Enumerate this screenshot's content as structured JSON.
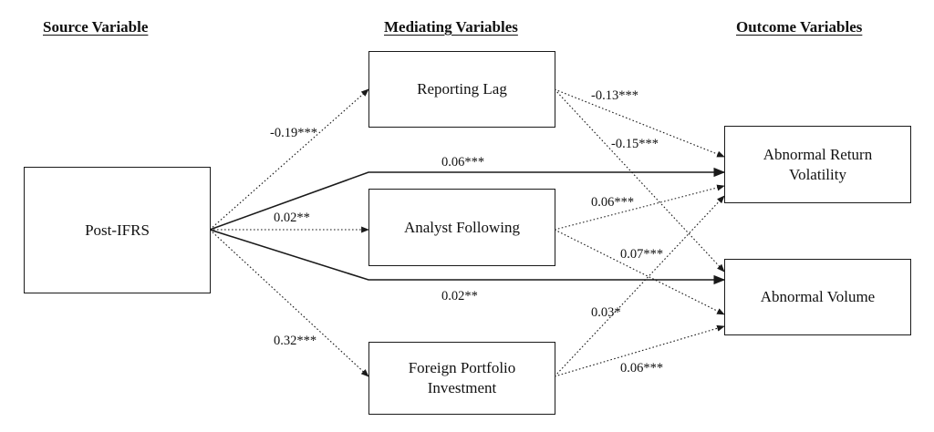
{
  "headers": {
    "source": "Source Variable",
    "mediating": "Mediating Variables",
    "outcome": "Outcome Variables"
  },
  "nodes": {
    "post_ifrs": "Post-IFRS",
    "reporting_lag": "Reporting Lag",
    "analyst_following": "Analyst Following",
    "foreign_portfolio_line1": "Foreign Portfolio",
    "foreign_portfolio_line2": "Investment",
    "abnormal_return_line1": "Abnormal Return",
    "abnormal_return_line2": "Volatility",
    "abnormal_volume": "Abnormal Volume"
  },
  "paths": [
    {
      "id": "ifrs-to-reporting-lag",
      "from": "post_ifrs",
      "to": "reporting_lag",
      "style": "dotted",
      "coefficient": "-0.19***"
    },
    {
      "id": "ifrs-to-analyst-following",
      "from": "post_ifrs",
      "to": "analyst_following",
      "style": "dotted",
      "coefficient": "0.02**"
    },
    {
      "id": "ifrs-to-foreign-portfolio",
      "from": "post_ifrs",
      "to": "foreign_portfolio",
      "style": "dotted",
      "coefficient": "0.32***"
    },
    {
      "id": "ifrs-to-return-volatility",
      "from": "post_ifrs",
      "to": "abnormal_return_volatility",
      "style": "solid",
      "coefficient": "0.06***"
    },
    {
      "id": "ifrs-to-abnormal-volume",
      "from": "post_ifrs",
      "to": "abnormal_volume",
      "style": "solid",
      "coefficient": "0.02**"
    },
    {
      "id": "reporting-lag-to-return-volatility",
      "from": "reporting_lag",
      "to": "abnormal_return_volatility",
      "style": "dotted",
      "coefficient": "-0.13***"
    },
    {
      "id": "reporting-lag-to-abnormal-volume",
      "from": "reporting_lag",
      "to": "abnormal_volume",
      "style": "dotted",
      "coefficient": "-0.15***"
    },
    {
      "id": "analyst-following-to-return-volatility",
      "from": "analyst_following",
      "to": "abnormal_return_volatility",
      "style": "dotted",
      "coefficient": "0.06***"
    },
    {
      "id": "analyst-following-to-abnormal-volume",
      "from": "analyst_following",
      "to": "abnormal_volume",
      "style": "dotted",
      "coefficient": "0.07***"
    },
    {
      "id": "foreign-portfolio-to-return-volatility",
      "from": "foreign_portfolio",
      "to": "abnormal_return_volatility",
      "style": "dotted",
      "coefficient": "0.03*"
    },
    {
      "id": "foreign-portfolio-to-abnormal-volume",
      "from": "foreign_portfolio",
      "to": "abnormal_volume",
      "style": "dotted",
      "coefficient": "0.06***"
    }
  ]
}
